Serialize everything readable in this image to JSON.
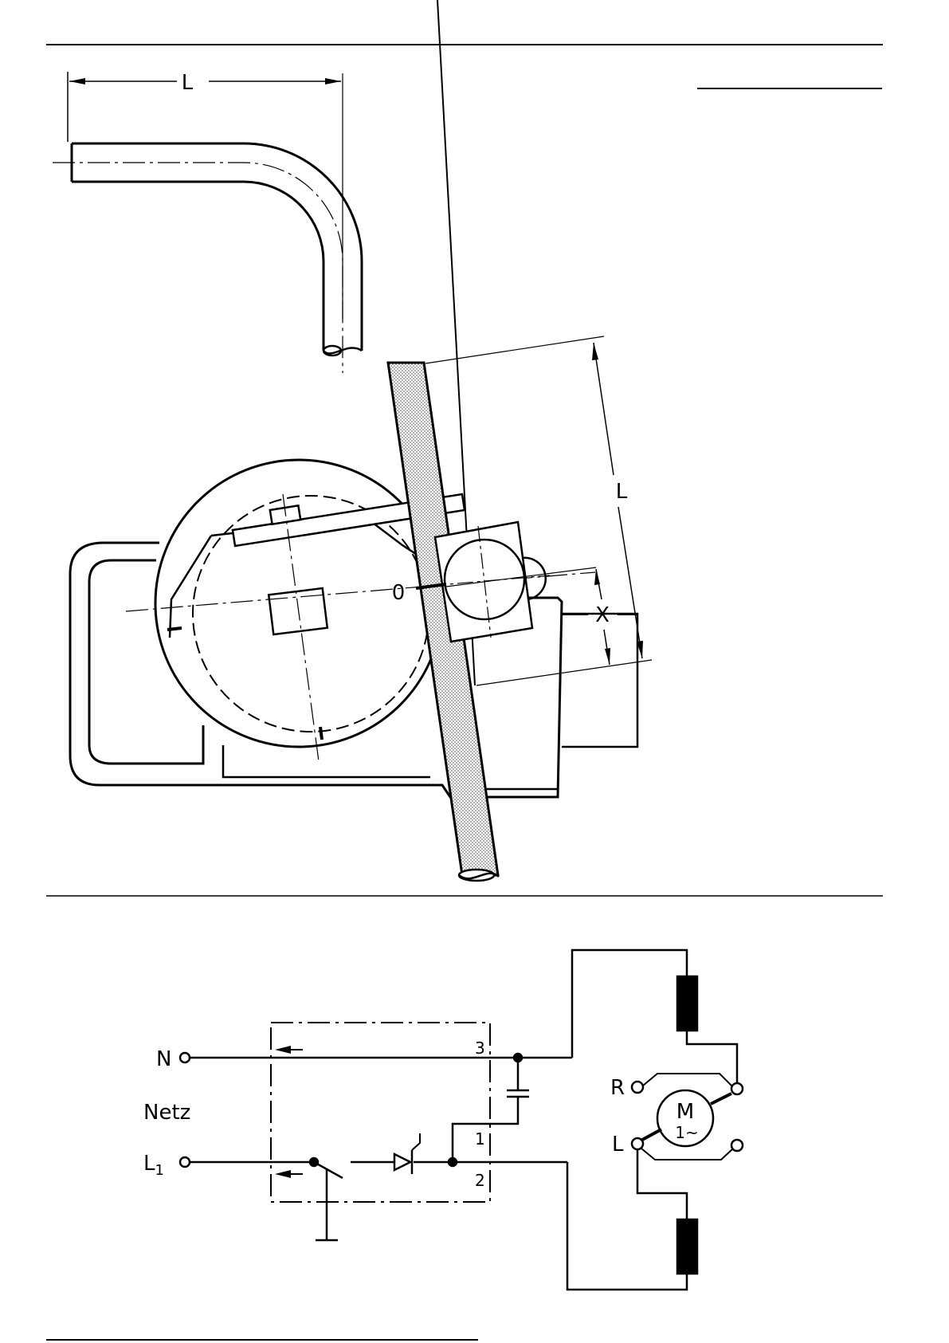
{
  "bend_figure": {
    "top_length_label": "L"
  },
  "bender_figure": {
    "length_label": "L",
    "offset_label": "X",
    "origin_label": "0"
  },
  "circuit": {
    "terminal_n": "N",
    "mains_label": "Netz",
    "terminal_l1_main": "L",
    "terminal_l1_sub": "1",
    "pin_3": "3",
    "pin_1": "1",
    "pin_2": "2",
    "motor_symbol": "M",
    "motor_phase": "1~",
    "terminal_r": "R",
    "terminal_l": "L"
  },
  "colors": {
    "ink": "#000000",
    "hatch": "#9a9a9a",
    "paper": "#ffffff"
  }
}
